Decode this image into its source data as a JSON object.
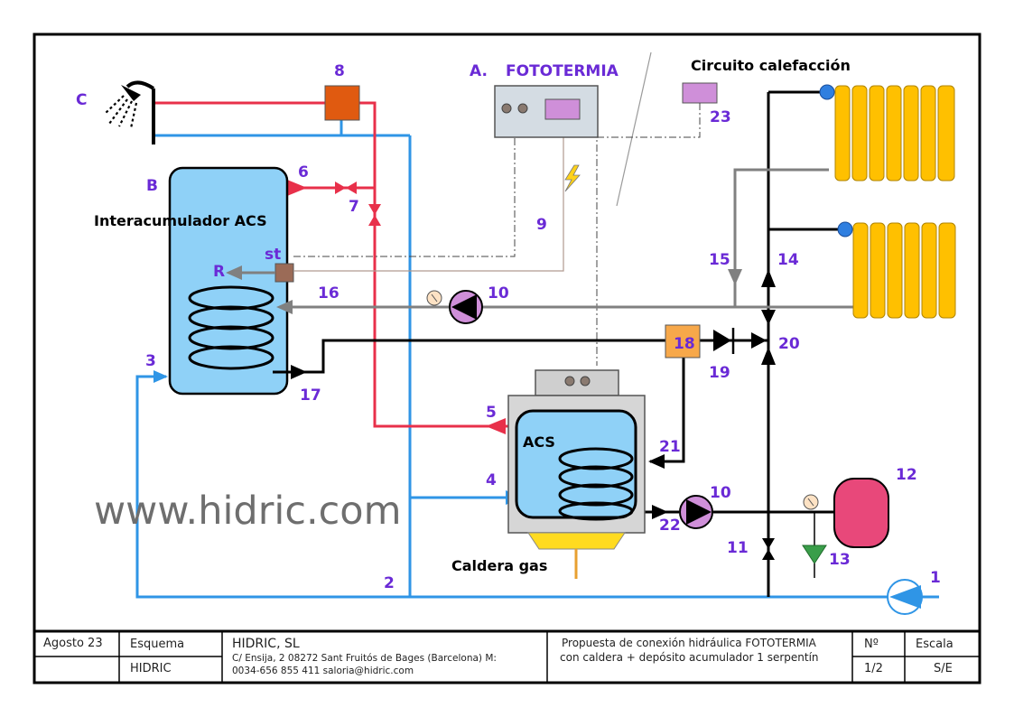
{
  "title": {
    "fototermia": "FOTOTERMIA",
    "fototermia_letter": "A.",
    "circuito": "Circuito calefacción"
  },
  "labels": {
    "interacumulador": "Interacumulador ACS",
    "caldera": "Caldera gas",
    "acs": "ACS",
    "website": "www.hidric.com",
    "C": "C",
    "B": "B",
    "R": "R",
    "st": "st",
    "n1": "1",
    "n2": "2",
    "n3": "3",
    "n4": "4",
    "n5": "5",
    "n6": "6",
    "n7": "7",
    "n8": "8",
    "n9": "9",
    "n10a": "10",
    "n10b": "10",
    "n11": "11",
    "n12": "12",
    "n13": "13",
    "n14": "14",
    "n15": "15",
    "n16": "16",
    "n17": "17",
    "n18": "18",
    "n19": "19",
    "n20": "20",
    "n21": "21",
    "n22": "22",
    "n23": "23"
  },
  "title_block": {
    "date": "Agosto 23",
    "esquema_label": "Esquema",
    "esquema_value": "HIDRIC",
    "company": "HIDRIC, SL",
    "address_line1": "C/ Ensija, 2 08272 Sant Fruitós de Bages (Barcelona)  M:",
    "address_line2": "0034-656 855 411     saloria@hidric.com",
    "description_line1": "Propuesta de conexión hidráulica FOTOTERMIA",
    "description_line2": "con caldera + depósito  acumulador 1 serpentín",
    "number_label": "Nº",
    "number_value": "1/2",
    "scale_label": "Escala",
    "scale_value": "S/E"
  },
  "colors": {
    "hot_water": "#e8304a",
    "cold_water": "#2f95e6",
    "return_grey": "#808080",
    "tank_fill": "#8fd1f7",
    "radiator": "#ffc000",
    "purple_label": "#6a2ad6",
    "expansion_vessel": "#e8487a",
    "mixer_valve": "#e05a10",
    "heat_exchanger": "#f7a84a"
  }
}
